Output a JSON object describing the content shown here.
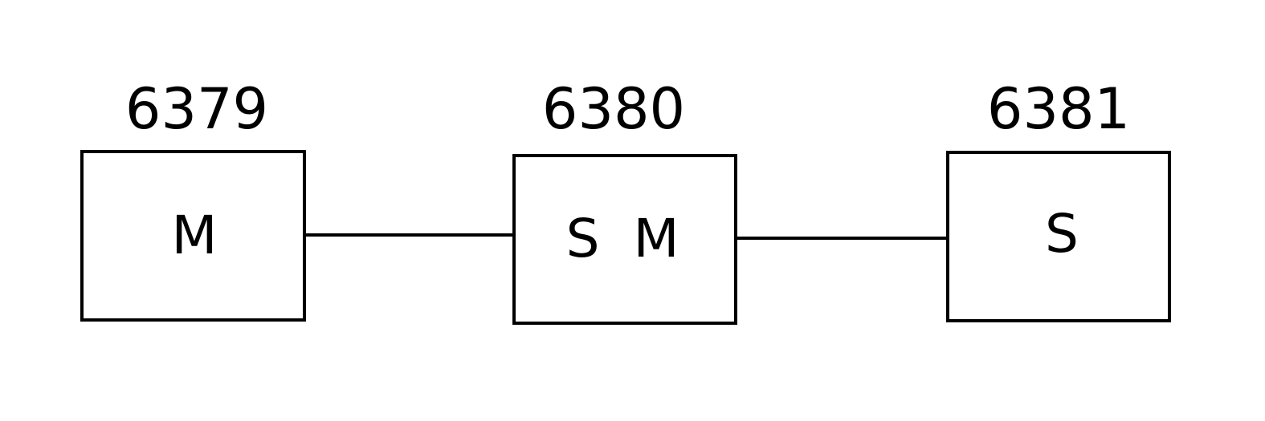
{
  "nodes": [
    {
      "port": "6379",
      "roles": "M"
    },
    {
      "port": "6380",
      "roles": "S  M"
    },
    {
      "port": "6381",
      "roles": "S"
    }
  ]
}
